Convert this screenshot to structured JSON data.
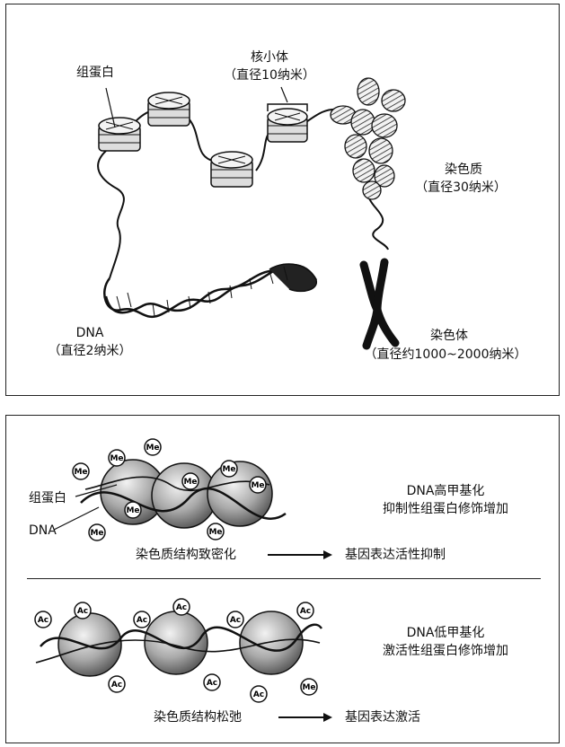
{
  "top": {
    "histone": "组蛋白",
    "nucleosome_name": "核小体",
    "nucleosome_size": "（直径10纳米）",
    "chromatin_name": "染色质",
    "chromatin_size": "（直径30纳米）",
    "dna_name": "DNA",
    "dna_size": "（直径2纳米）",
    "chromosome_name": "染色体",
    "chromosome_size": "（直径约1000~2000纳米）"
  },
  "bottom": {
    "histone": "组蛋白",
    "dna": "DNA",
    "me_badge": "Me",
    "ac_badge": "Ac",
    "high": {
      "line1": "DNA高甲基化",
      "line2": "抑制性组蛋白修饰增加",
      "structure": "染色质结构致密化",
      "result": "基因表达活性抑制"
    },
    "low": {
      "line1": "DNA低甲基化",
      "line2": "激活性组蛋白修饰增加",
      "structure": "染色质结构松弛",
      "result": "基因表达激活"
    }
  },
  "colors": {
    "ink": "#111111",
    "bead_light": "#e6e6e6",
    "bead_dark": "#6e6e6e"
  }
}
